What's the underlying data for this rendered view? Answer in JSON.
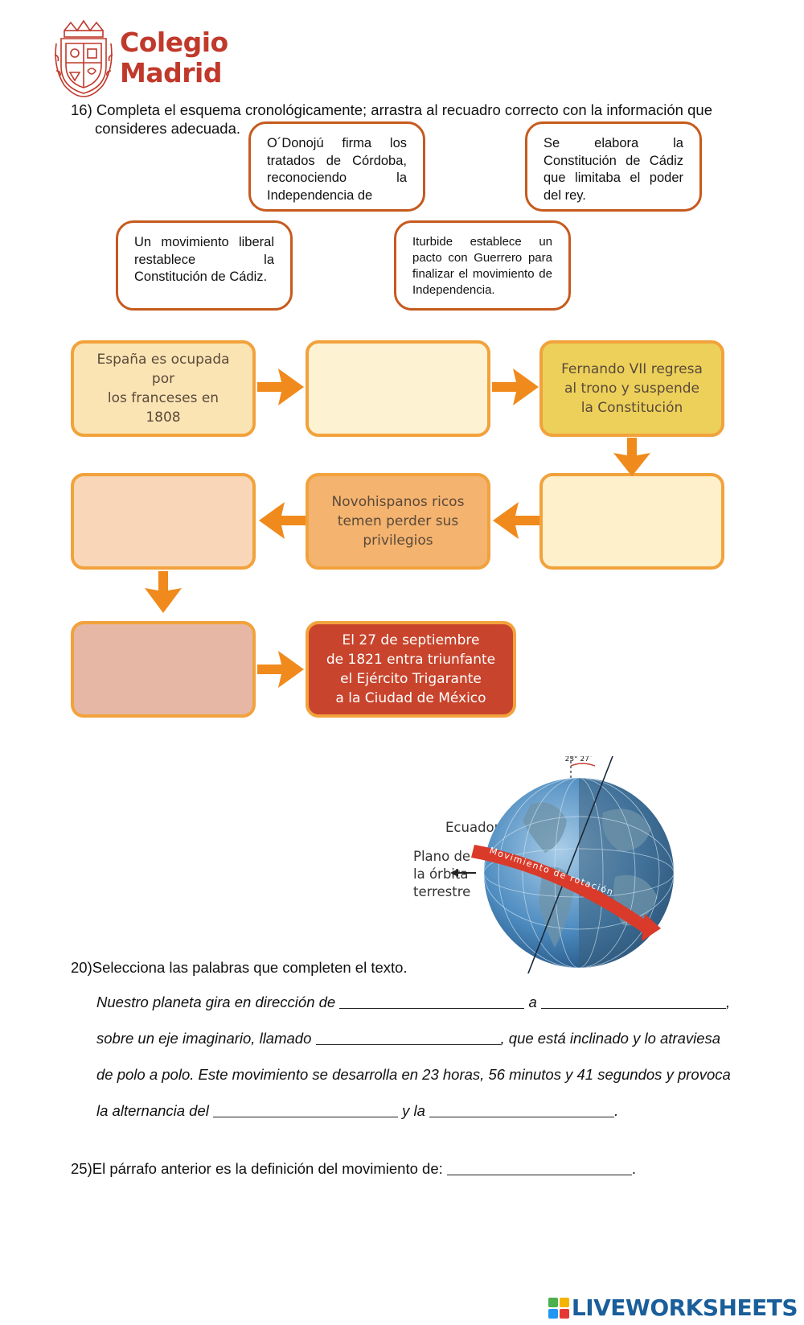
{
  "school": {
    "name_line1": "Colegio",
    "name_line2": "Madrid"
  },
  "q16": {
    "number": "16)",
    "line1": "Completa el esquema cronológicamente; arrastra al recuadro correcto con la información que",
    "line2": "consideres adecuada."
  },
  "drag_options": [
    {
      "text": "O´Donojú firma los tratados de Córdoba, reconociendo la Independencia de"
    },
    {
      "text": "Se elabora la Constitución de Cádiz que limitaba el poder del rey."
    },
    {
      "text": "Un movimiento liberal restablece la Constitución de Cádiz."
    },
    {
      "text": "Iturbide establece un pacto con Guerrero para finalizar el movimiento de Independencia."
    }
  ],
  "flow_boxes": [
    {
      "lines": [
        "España es ocupada por",
        "los franceses en 1808"
      ],
      "fill": "#fbe4b4",
      "border": "#f2a23c"
    },
    {
      "lines": [],
      "fill": "#fdf2d2",
      "border": "#f2a23c"
    },
    {
      "lines": [
        "Fernando VII regresa",
        "al trono y suspende",
        "la Constitución"
      ],
      "fill": "#ecd05a",
      "border": "#f2a23c"
    },
    {
      "lines": [],
      "fill": "#fdf0cb",
      "border": "#f2a23c"
    },
    {
      "lines": [
        "Novohispanos ricos",
        "temen perder sus",
        "privilegios"
      ],
      "fill": "#f4b36f",
      "border": "#f2a23c"
    },
    {
      "lines": [],
      "fill": "#f9d6b7",
      "border": "#f2a23c"
    },
    {
      "lines": [],
      "fill": "#e6b7a5",
      "border": "#f2a23c"
    },
    {
      "lines": [
        "El 27 de septiembre",
        "de 1821 entra triunfante",
        "el Ejército Trigarante",
        "a la Ciudad de México"
      ],
      "fill": "#c8442c",
      "border": "#f2a23c",
      "text_color": "#ffffff"
    }
  ],
  "arrow_color": "#f08a1c",
  "globe": {
    "label_equator": "Ecuador",
    "label_plane": [
      "Plano de",
      "la órbita",
      "terrestre"
    ],
    "angle": "23° 27´",
    "band_text": "Movimiento de rotación"
  },
  "q20": {
    "number": "20)",
    "prompt": "Selecciona las palabras que completen el texto.",
    "p1a": "Nuestro planeta gira en dirección de",
    "p1b": "a",
    "p1c": ",",
    "p2a": "sobre un eje imaginario, llamado",
    "p2b": ", que está inclinado y lo atraviesa",
    "p3": "de polo a polo. Este movimiento se desarrolla en 23 horas, 56 minutos y 41 segundos y provoca",
    "p4a": "la alternancia del",
    "p4b": "y la",
    "p4c": "."
  },
  "q25": {
    "number": "25)",
    "text": "El párrafo anterior es la definición del movimiento de:",
    "end": "."
  },
  "footer": {
    "brand": "LIVEWORKSHEETS"
  }
}
